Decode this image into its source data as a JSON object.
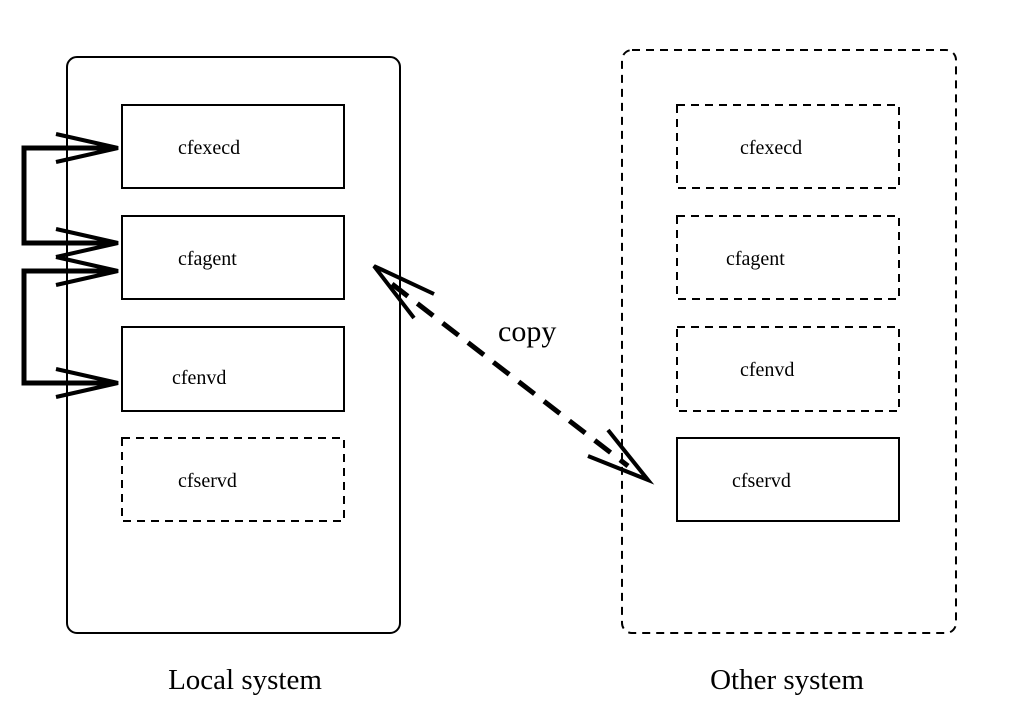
{
  "local_system": {
    "caption": "Local system",
    "processes": [
      {
        "label": "cfexecd",
        "style": "solid"
      },
      {
        "label": "cfagent",
        "style": "solid"
      },
      {
        "label": "cfenvd",
        "style": "solid"
      },
      {
        "label": "cfservd",
        "style": "dashed"
      }
    ]
  },
  "other_system": {
    "caption": "Other system",
    "processes": [
      {
        "label": "cfexecd",
        "style": "dashed"
      },
      {
        "label": "cfagent",
        "style": "dashed"
      },
      {
        "label": "cfenvd",
        "style": "dashed"
      },
      {
        "label": "cfservd",
        "style": "solid"
      }
    ]
  },
  "copy_link": {
    "label": "copy"
  }
}
